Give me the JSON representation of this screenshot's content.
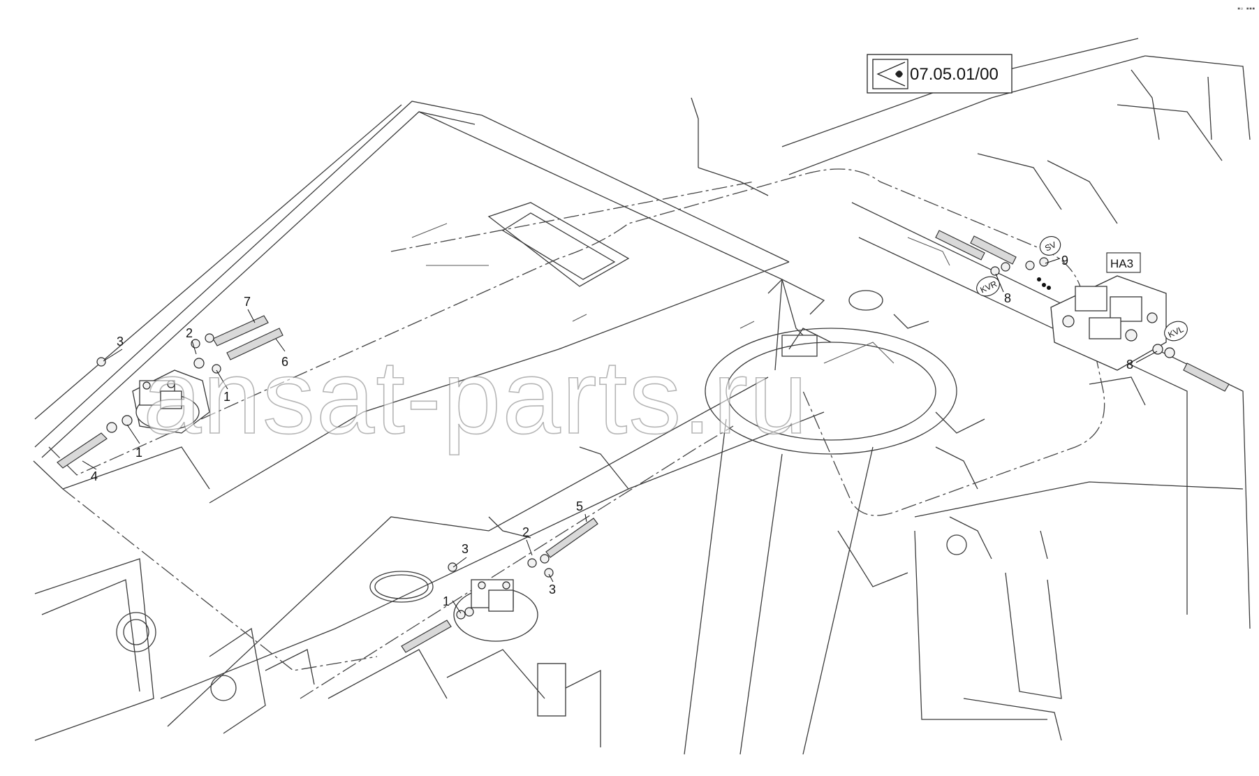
{
  "reference": {
    "code": "07.05.01/00",
    "icon": "view-eye-icon"
  },
  "watermark": "ansat-parts.ru",
  "corner_mark": "▪▫ ▪▪▪",
  "callouts": {
    "c1a": "1",
    "c1b": "1",
    "c1c": "1",
    "c2a": "2",
    "c2b": "2",
    "c3a": "3",
    "c3b": "3",
    "c3c": "3",
    "c4": "4",
    "c5": "5",
    "c6": "6",
    "c7": "7",
    "c8a": "8",
    "c8b": "8",
    "c9": "9"
  },
  "port_labels": {
    "sv": "SV",
    "kvr": "KVR",
    "kvl": "KVL",
    "ha3": "HA3"
  }
}
